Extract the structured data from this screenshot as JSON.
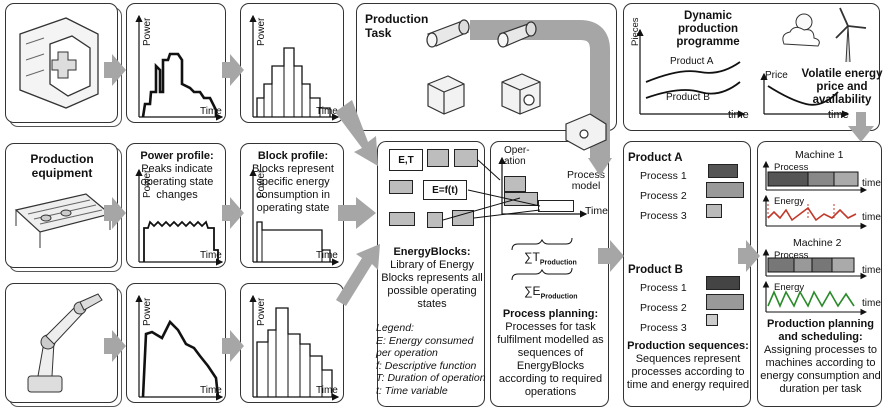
{
  "axes": {
    "power": "Power",
    "time": "Time",
    "time_lower": "time",
    "pieces": "Pieces",
    "price": "Price",
    "operation": "Oper-\nation",
    "process": "Process",
    "energy": "Energy"
  },
  "row_titles": {
    "production_equipment": "Production equipment"
  },
  "power_profile": {
    "title": "Power profile:",
    "desc": "Peaks indicate operating state changes"
  },
  "block_profile": {
    "title": "Block profile:",
    "desc": "Blocks represent specific energy consumption in operating state"
  },
  "production_task": {
    "title": "Production Task"
  },
  "energyblocks": {
    "title": "EnergyBlocks",
    "desc": "Library of Energy Blocks represents all possible operating states",
    "block_et": "E,T",
    "block_ef": "E=f(t)"
  },
  "legend": {
    "title": "Legend:",
    "items": [
      "E: Energy consumed per operation",
      "f: Descriptive function",
      "T: Duration of operation",
      "t: Time variable"
    ]
  },
  "process_planning": {
    "process_model": "Process model",
    "sum_t": "∑T",
    "sum_t_sub": "Production",
    "sum_e": "∑E",
    "sum_e_sub": "Production",
    "title": "Process planning:",
    "desc": "Processes for task fulfilment modelled as sequences of EnergyBlocks according to required operations"
  },
  "dynamic": {
    "title": "Dynamic production programme",
    "product_a": "Product A",
    "product_b": "Product B",
    "volatile": "Volatile energy price and availability"
  },
  "sequences": {
    "product_a": "Product A",
    "product_b": "Product B",
    "processes": [
      "Process 1",
      "Process 2",
      "Process 3"
    ],
    "title": "Production sequences:",
    "desc": "Sequences represent processes according to time and energy required"
  },
  "scheduling": {
    "machine1": "Machine 1",
    "machine2": "Machine 2",
    "title": "Production planning and scheduling:",
    "desc": "Assigning processes to machines according to energy consumption and duration per task"
  }
}
